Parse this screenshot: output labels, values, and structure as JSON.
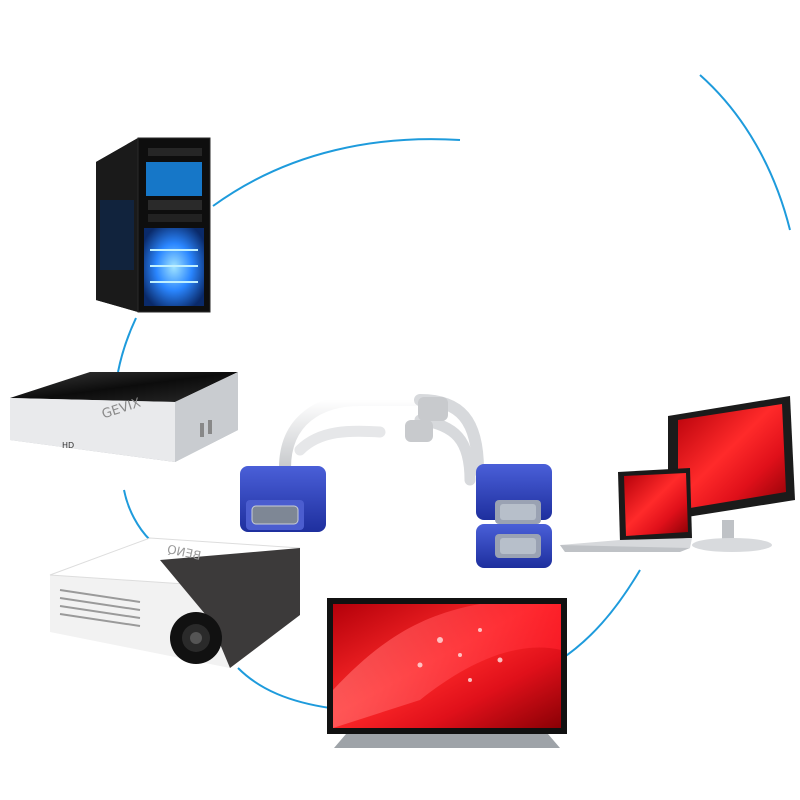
{
  "scene": {
    "connector_color": "#1e9bdc",
    "pc_screen_text": "",
    "projector_brand": "BENQ",
    "mediaplayer_brand": "GEVIX",
    "mediaplayer_model": "HD"
  }
}
